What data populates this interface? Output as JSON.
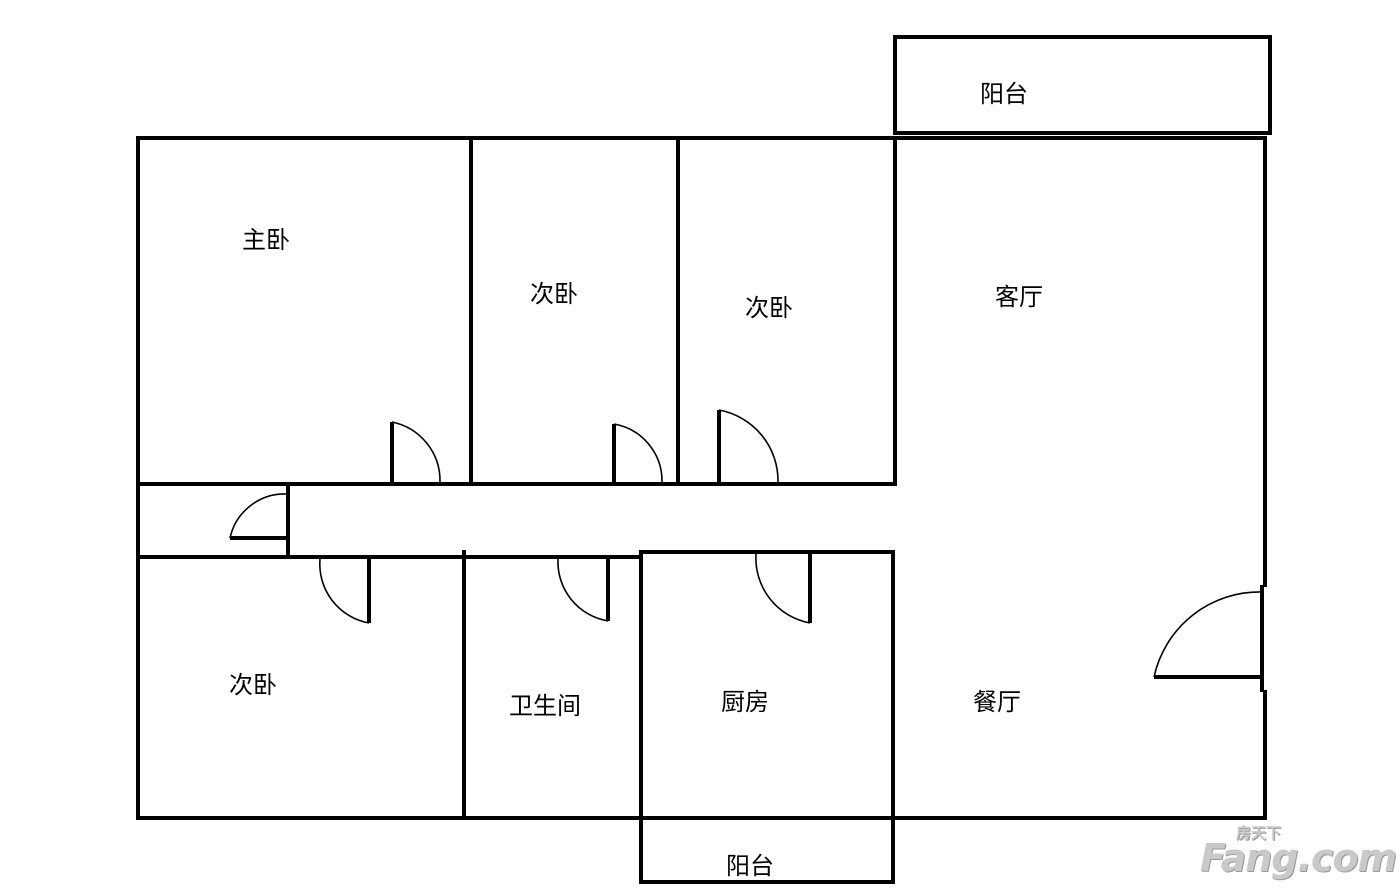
{
  "rooms": {
    "balcony_top": "阳台",
    "master_bedroom": "主卧",
    "bedroom_2": "次卧",
    "bedroom_3": "次卧",
    "living_room": "客厅",
    "bedroom_4": "次卧",
    "bathroom": "卫生间",
    "kitchen": "厨房",
    "dining_room": "餐厅",
    "balcony_bottom": "阳台"
  },
  "watermark": {
    "brand_main": "Fang.com",
    "brand_sub": "房天下"
  }
}
